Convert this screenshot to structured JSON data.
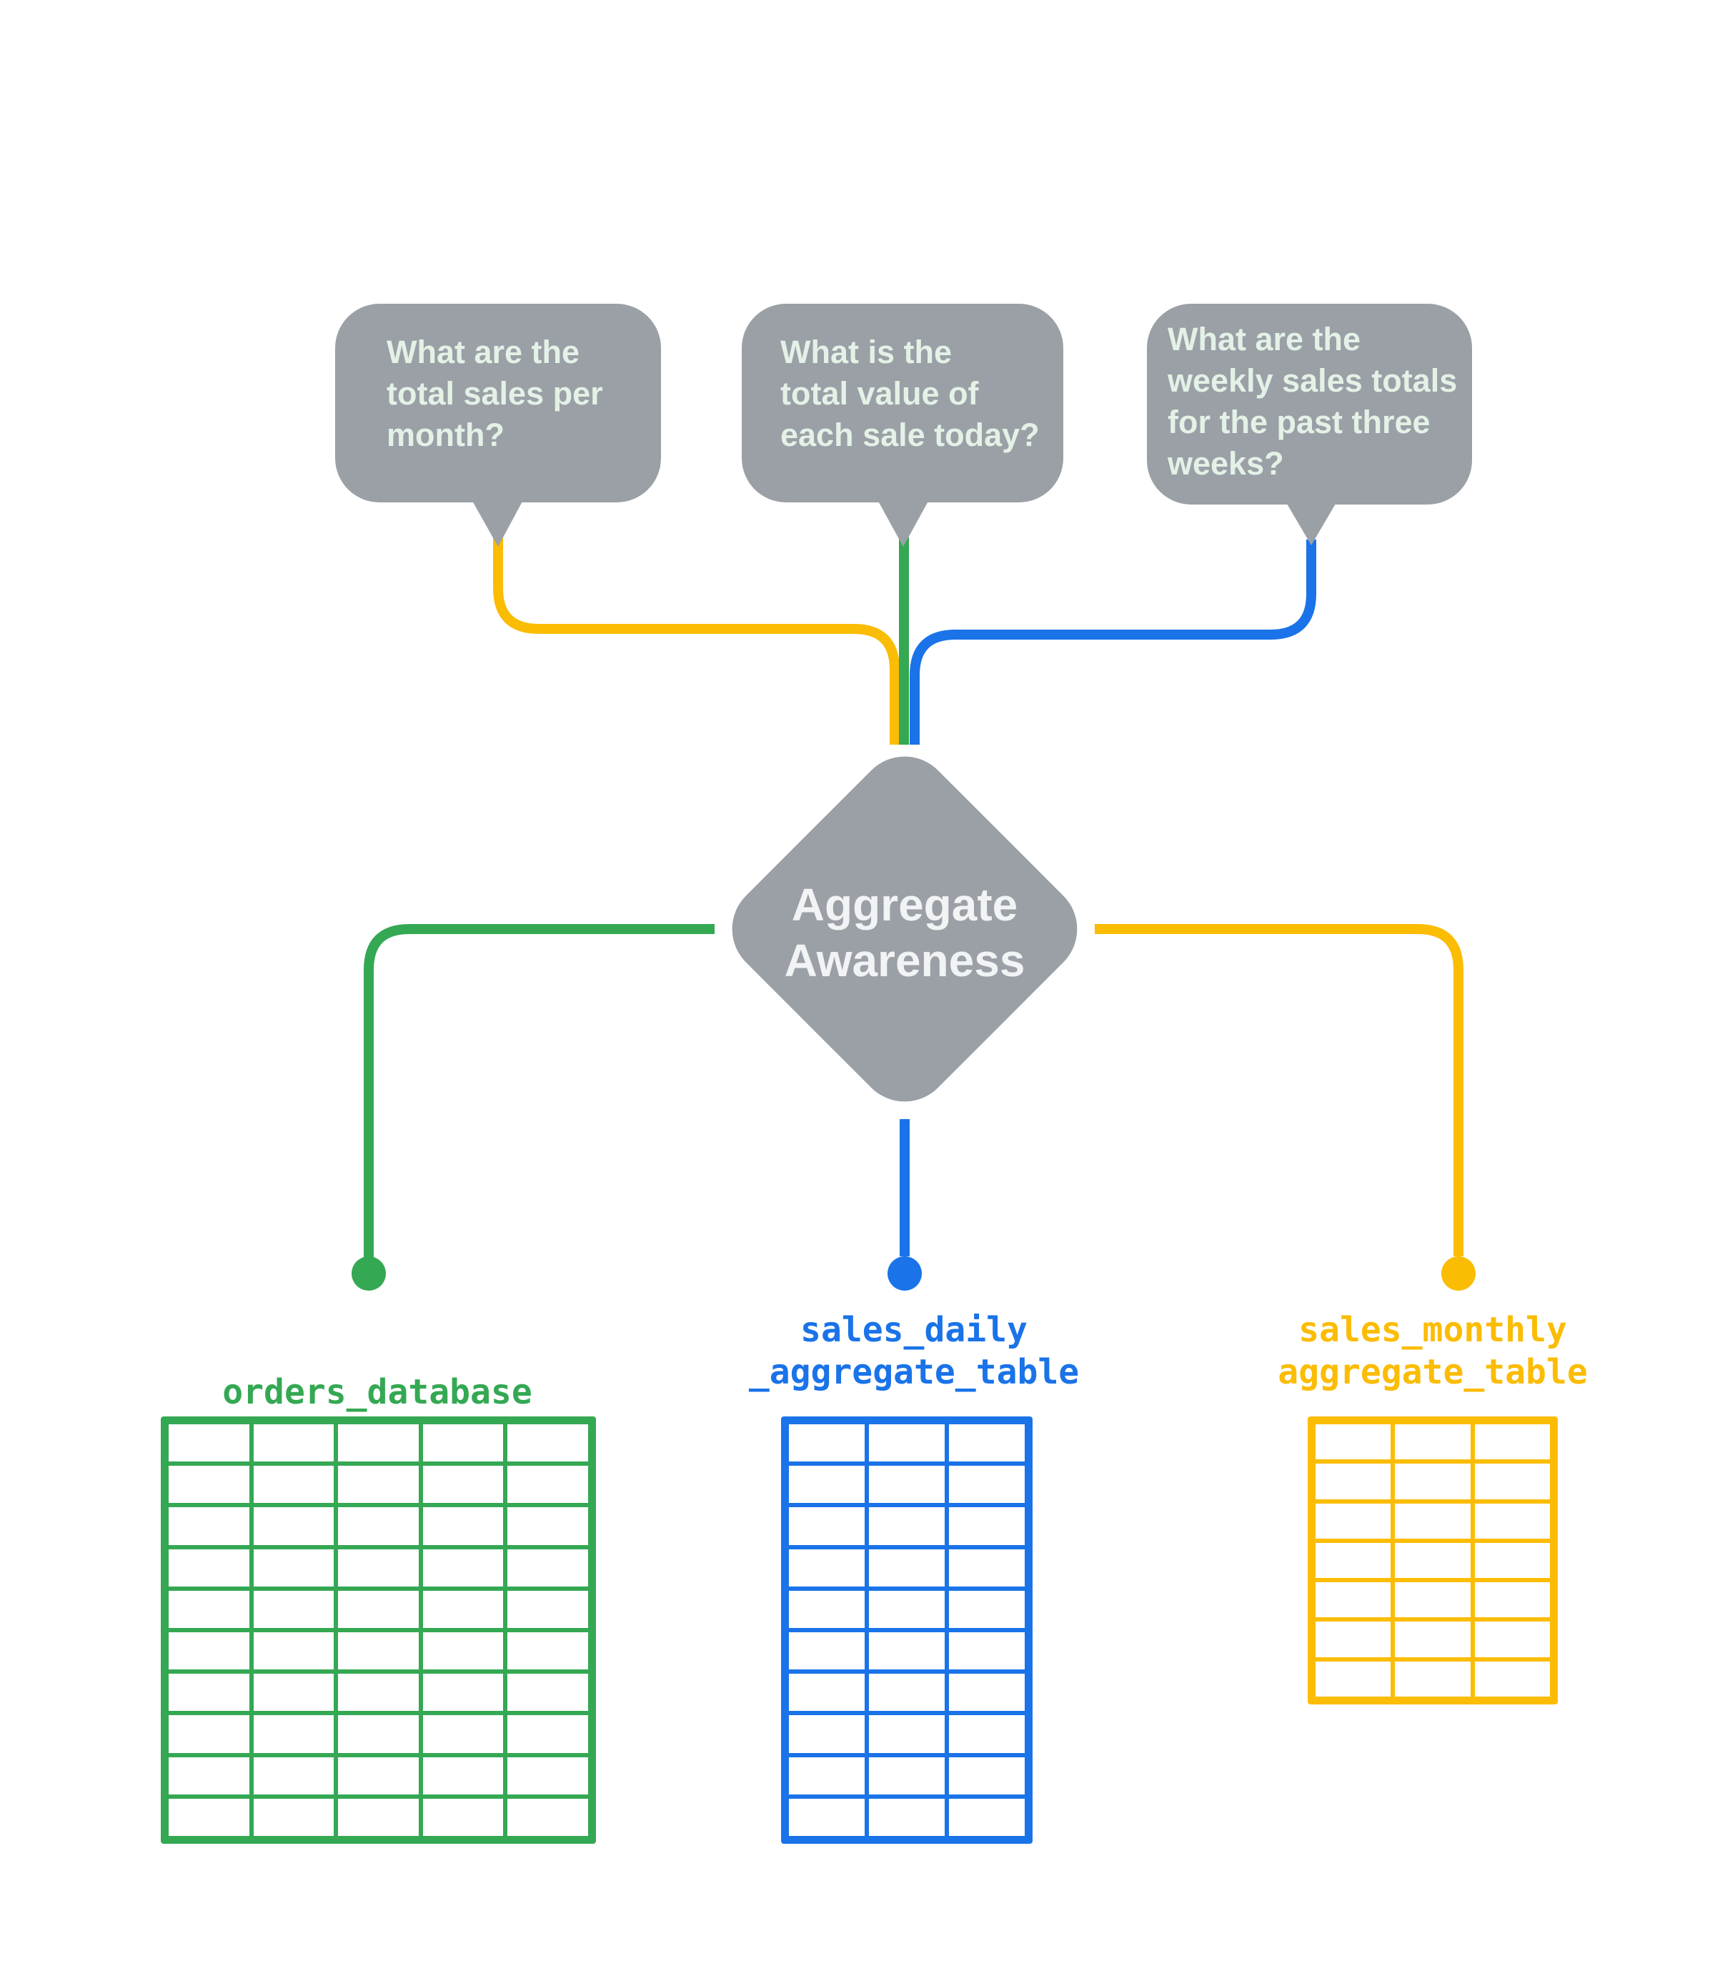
{
  "colors": {
    "gray": "#9AA0A6",
    "green": "#34A853",
    "blue": "#1A73E8",
    "yellow": "#FBBC04",
    "bubble_text": "#E3F1E6",
    "diamond_text": "#F1F3F4"
  },
  "bubbles": [
    {
      "text": "What are the\ntotal sales per\nmonth?",
      "connector_color": "yellow"
    },
    {
      "text": "What is the\ntotal value of\neach sale today?",
      "connector_color": "green"
    },
    {
      "text": "What are the\nweekly sales totals\nfor the past three\nweeks?",
      "connector_color": "blue"
    }
  ],
  "diamond": {
    "label": "Aggregate\nAwareness"
  },
  "tables": [
    {
      "label": "orders_database",
      "color": "green",
      "cols": 5,
      "rows": 10
    },
    {
      "label": "sales_daily\n_aggregate_table",
      "color": "blue",
      "cols": 3,
      "rows": 10
    },
    {
      "label": "sales_monthly\naggregate_table",
      "color": "yellow",
      "cols": 3,
      "rows": 7
    }
  ]
}
